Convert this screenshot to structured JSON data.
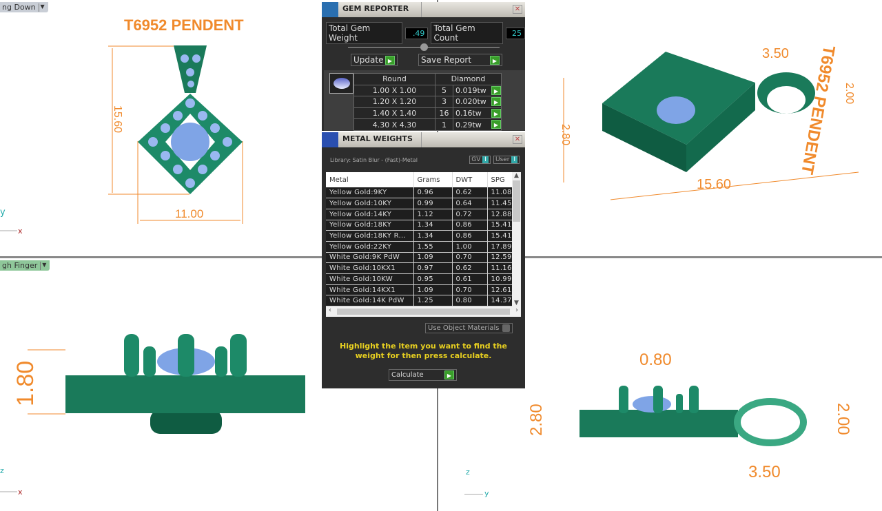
{
  "viewports": {
    "top_left": {
      "label": "ng Down",
      "title": "T6952 PENDENT",
      "dims": [
        "15.60",
        "11.00"
      ],
      "axes": [
        "y",
        "x"
      ]
    },
    "top_right": {
      "dims": [
        "3.50",
        "2.00",
        "2.80",
        "15.60"
      ],
      "text": "T6952 PENDENT"
    },
    "bottom_left": {
      "label": "gh Finger",
      "dims": [
        "1.80"
      ],
      "axes": [
        "z",
        "x"
      ]
    },
    "bottom_right": {
      "dims": [
        "0.80",
        "2.80",
        "2.00",
        "3.50"
      ],
      "axes": [
        "z",
        "y"
      ]
    }
  },
  "gem_reporter": {
    "title": "GEM REPORTER",
    "close": "✕",
    "total_weight_label": "Total Gem Weight",
    "total_weight": ".49",
    "total_count_label": "Total Gem Count",
    "total_count": "25",
    "update_label": "Update",
    "save_label": "Save Report",
    "headers": [
      "Round",
      "Diamond"
    ],
    "rows": [
      {
        "size": "1.00 X 1.00",
        "count": "5",
        "weight": "0.019tw"
      },
      {
        "size": "1.20 X 1.20",
        "count": "3",
        "weight": "0.020tw"
      },
      {
        "size": "1.40 X 1.40",
        "count": "16",
        "weight": "0.16tw"
      },
      {
        "size": "4.30 X 4.30",
        "count": "1",
        "weight": "0.29tw"
      }
    ]
  },
  "metal_weights": {
    "title": "METAL WEIGHTS",
    "close": "✕",
    "library": "Library: Satin Blur - (Fast)-Metal",
    "gv_label": "GV",
    "user_label": "User",
    "columns": [
      "Metal",
      "Grams",
      "DWT",
      "SPG"
    ],
    "rows": [
      [
        "Yellow Gold:9KY",
        "0.96",
        "0.62",
        "11.08"
      ],
      [
        "Yellow Gold:10KY",
        "0.99",
        "0.64",
        "11.45"
      ],
      [
        "Yellow Gold:14KY",
        "1.12",
        "0.72",
        "12.88"
      ],
      [
        "Yellow Gold:18KY",
        "1.34",
        "0.86",
        "15.41"
      ],
      [
        "Yellow Gold:18KY R...",
        "1.34",
        "0.86",
        "15.41"
      ],
      [
        "Yellow Gold:22KY",
        "1.55",
        "1.00",
        "17.89"
      ],
      [
        "White Gold:9K PdW",
        "1.09",
        "0.70",
        "12.59"
      ],
      [
        "White Gold:10KX1",
        "0.97",
        "0.62",
        "11.16"
      ],
      [
        "White Gold:10KW",
        "0.95",
        "0.61",
        "10.99"
      ],
      [
        "White Gold:14KX1",
        "1.09",
        "0.70",
        "12.61"
      ],
      [
        "White Gold:14K PdW",
        "1.25",
        "0.80",
        "14.37"
      ]
    ],
    "use_object_materials": "Use Object Materials",
    "instructions": "Highlight the item you want to find the weight for then press calculate.",
    "calculate_label": "Calculate"
  },
  "colors": {
    "metal": "#1a7a5a",
    "gem": "#7fa4e6",
    "dimension": "#f08a2c",
    "instruction": "#e8d020"
  }
}
